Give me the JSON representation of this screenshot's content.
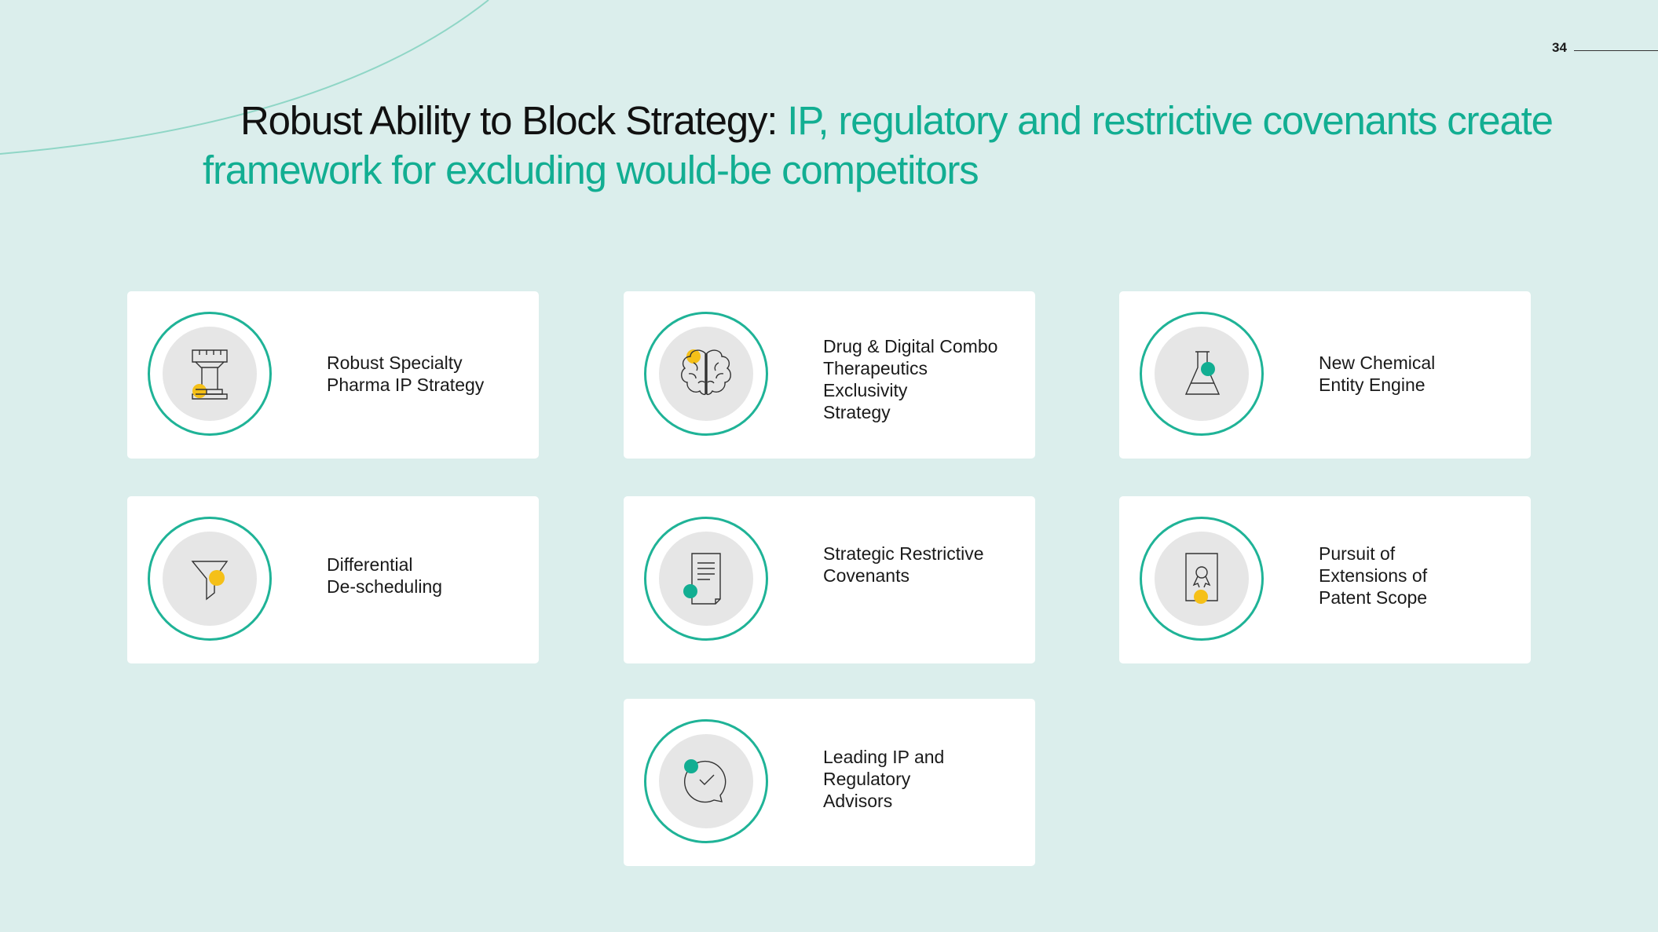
{
  "page_number": "34",
  "title": {
    "lead": "Robust Ability to Block Strategy: ",
    "highlight": "IP, regulatory and restrictive  covenants create framework for excluding would-be competitors"
  },
  "colors": {
    "background": "#dbeeec",
    "accent_green": "#12ae92",
    "ring_green": "#1fb397",
    "dot_yellow": "#f5c018",
    "dot_green": "#12ae92"
  },
  "cards": [
    {
      "icon": "rook-icon",
      "lines": [
        "Robust Specialty",
        "Pharma IP Strategy"
      ]
    },
    {
      "icon": "brain-icon",
      "lines": [
        "Drug & Digital  Combo",
        "Therapeutics",
        "Exclusivity",
        "Strategy"
      ]
    },
    {
      "icon": "flask-icon",
      "lines": [
        "New Chemical",
        "Entity Engine"
      ]
    },
    {
      "icon": "funnel-icon",
      "lines": [
        "Differential",
        "De-scheduling"
      ]
    },
    {
      "icon": "document-icon",
      "lines": [
        "Strategic  Restrictive",
        "Covenants"
      ]
    },
    {
      "icon": "certificate-icon",
      "lines": [
        "Pursuit of",
        "Extensions of",
        "Patent Scope"
      ]
    },
    {
      "icon": "chat-check-icon",
      "lines": [
        "Leading IP and",
        "Regulatory",
        "Advisors"
      ]
    }
  ]
}
